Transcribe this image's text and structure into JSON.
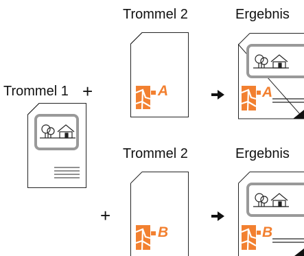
{
  "labels": {
    "drum1": "Trommel 1",
    "drum2_top": "Trommel 2",
    "result_top": "Ergebnis",
    "drum2_bottom": "Trommel 2",
    "result_bottom": "Ergebnis",
    "plus_top": "+",
    "plus_bottom": "+"
  },
  "docs": {
    "letter_a": "A",
    "letter_b": "B"
  },
  "colors": {
    "accent": "#f28030",
    "frame_gray": "#999999",
    "line": "#222222"
  },
  "icons": {
    "arrow": "arrow-right-icon",
    "house": "house-icon",
    "tree": "tree-icon",
    "map": "map-icon"
  }
}
